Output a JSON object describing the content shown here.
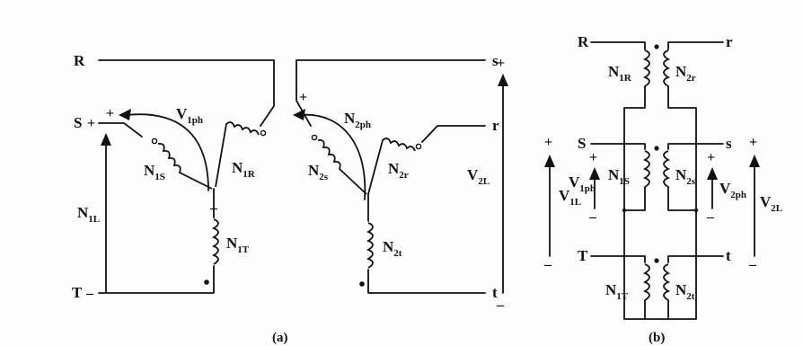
{
  "figure": {
    "caption_a": "(a)",
    "caption_b": "(b)"
  },
  "terminals": {
    "R": "R",
    "S": "S",
    "T": "T",
    "r": "r",
    "s": "s",
    "t": "t"
  },
  "signs": {
    "plus": "+",
    "minus": "–"
  },
  "labels": {
    "N1L": {
      "main": "N",
      "sub": "1L"
    },
    "N1S": {
      "main": "N",
      "sub": "1S"
    },
    "N1R": {
      "main": "N",
      "sub": "1R"
    },
    "N1T": {
      "main": "N",
      "sub": "1T"
    },
    "N2s": {
      "main": "N",
      "sub": "2s"
    },
    "N2r": {
      "main": "N",
      "sub": "2r"
    },
    "N2t": {
      "main": "N",
      "sub": "2t"
    },
    "N2ph": {
      "main": "N",
      "sub": "2ph"
    },
    "V1ph": {
      "main": "V",
      "sub": "1ph"
    },
    "V2L": {
      "main": "V",
      "sub": "2L"
    },
    "V1L": {
      "main": "V",
      "sub": "1L"
    },
    "V2ph": {
      "main": "V",
      "sub": "2ph"
    }
  }
}
